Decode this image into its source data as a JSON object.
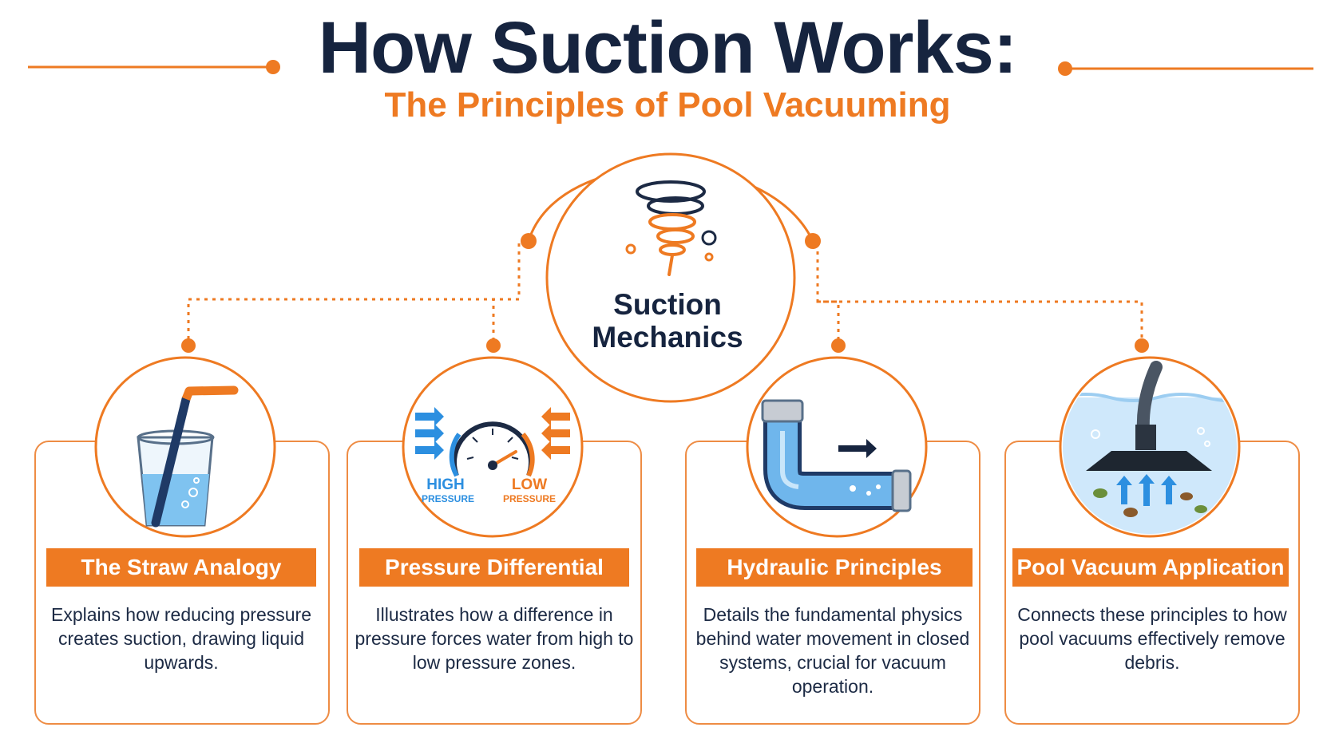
{
  "header": {
    "title": "How Suction Works:",
    "subtitle": "The Principles of Pool Vacuuming"
  },
  "center": {
    "label_line1": "Suction",
    "label_line2": "Mechanics",
    "icon": "tornado-icon"
  },
  "gauge": {
    "high_big": "HIGH",
    "high_small": "PRESSURE",
    "low_big": "LOW",
    "low_small": "PRESSURE"
  },
  "cards": [
    {
      "title": "The Straw Analogy",
      "icon": "straw-in-glass-icon",
      "description": "Explains how reducing pressure creates suction, drawing liquid upwards."
    },
    {
      "title": "Pressure Differential",
      "icon": "pressure-gauge-icon",
      "description": "Illustrates how a difference in pressure forces water from high to low pressure zones."
    },
    {
      "title": "Hydraulic Principles",
      "icon": "water-pipe-icon",
      "description": "Details the fundamental physics behind water movement in closed systems, crucial for vacuum operation."
    },
    {
      "title": "Pool Vacuum Application",
      "icon": "pool-vacuum-head-icon",
      "description": "Connects these principles to how pool vacuums effectively remove debris."
    }
  ],
  "colors": {
    "accent": "#ee7a22",
    "navy": "#16243f",
    "water": "#6fb6ec"
  }
}
